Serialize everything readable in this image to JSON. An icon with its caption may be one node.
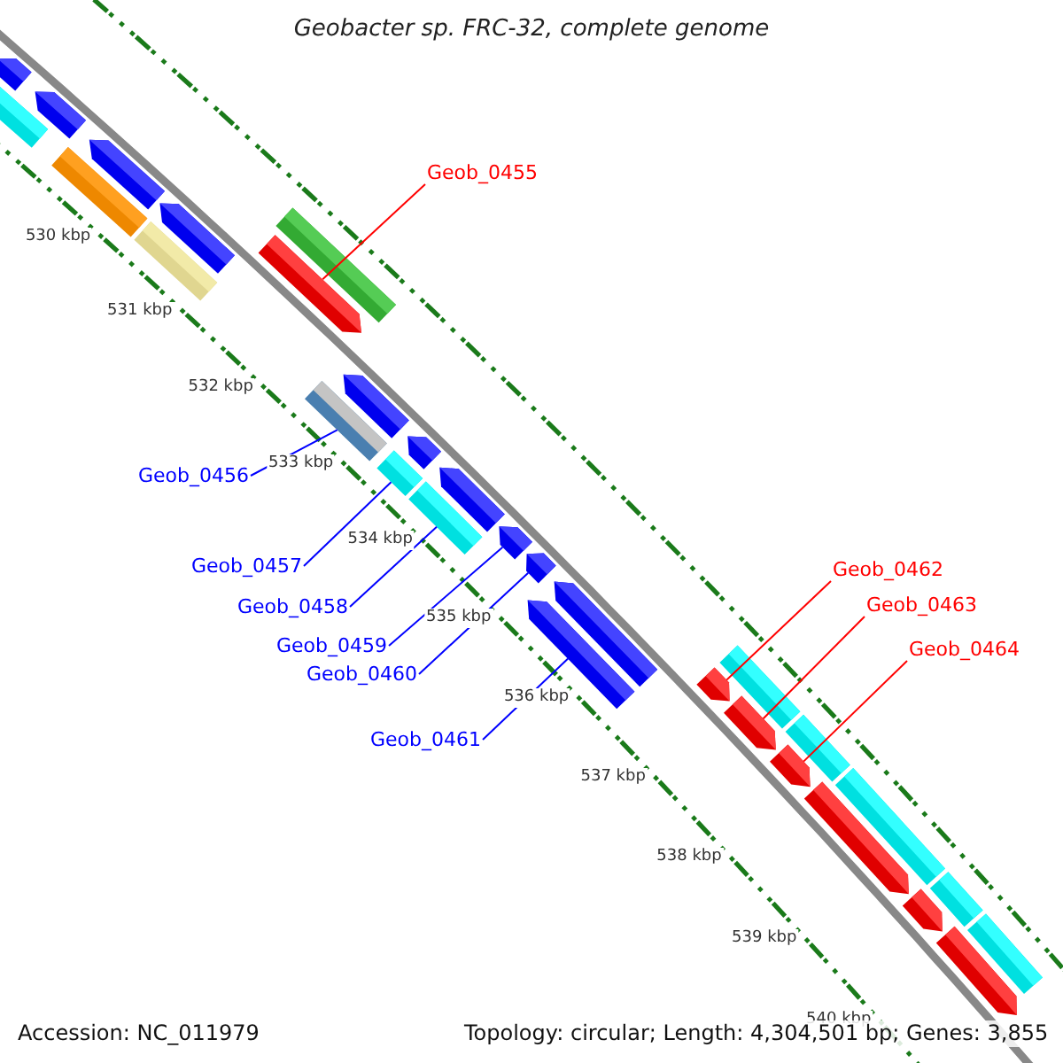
{
  "diagram": {
    "title": "Geobacter sp. FRC-32, complete genome",
    "nodes": [
      {
        "text": [
          "Geob_0455"
        ]
      },
      {
        "text": [
          "Geob_0456"
        ]
      },
      {
        "text": [
          "Geob_0457"
        ]
      },
      {
        "text": [
          "Geob_0458"
        ]
      },
      {
        "text": [
          "Geob_0459"
        ]
      },
      {
        "text": [
          "Geob_0460"
        ]
      },
      {
        "text": [
          "Geob_0461"
        ]
      },
      {
        "text": [
          "Geob_0462"
        ]
      },
      {
        "text": [
          "Geob_0463"
        ]
      },
      {
        "text": [
          "Geob_0464"
        ]
      },
      {
        "text": [],
        "shape": "bar"
      },
      {
        "text": [],
        "shape": "arrow"
      },
      {
        "text": [],
        "shape": "arrow"
      },
      {
        "text": [],
        "shape": "bar"
      },
      {
        "text": [],
        "shape": "arrow"
      },
      {
        "text": [],
        "shape": "arrow"
      },
      {
        "text": [],
        "shape": "bar"
      },
      {
        "text": [],
        "shape": "bar"
      },
      {
        "text": [],
        "shape": "arrow"
      },
      {
        "text": [],
        "shape": "bar"
      },
      {
        "text": [],
        "shape": "arrow"
      },
      {
        "text": [],
        "shape": "arrow"
      },
      {
        "text": [],
        "shape": "bar"
      },
      {
        "text": [],
        "shape": "bar"
      },
      {
        "text": [],
        "shape": "arrow"
      },
      {
        "text": [],
        "shape": "arrow"
      },
      {
        "text": [],
        "shape": "arrow"
      },
      {
        "text": [],
        "shape": "arrow"
      },
      {
        "text": [],
        "shape": "arrow"
      },
      {
        "text": [],
        "shape": "arrow"
      },
      {
        "text": [],
        "shape": "bar"
      },
      {
        "text": [],
        "shape": "arrow"
      },
      {
        "text": [],
        "shape": "bar"
      },
      {
        "text": [],
        "shape": "arrow"
      },
      {
        "text": [],
        "shape": "arrow"
      },
      {
        "text": [],
        "shape": "bar"
      },
      {
        "text": [],
        "shape": "arrow"
      },
      {
        "text": [],
        "shape": "bar"
      },
      {
        "text": [],
        "shape": "arrow"
      },
      {
        "text": [],
        "shape": "bar"
      }
    ],
    "edges": [
      {
        "from": 0,
        "to": 18,
        "arrow": "none",
        "color": "#ff0000"
      },
      {
        "from": 1,
        "to": 19,
        "arrow": "none"
      },
      {
        "from": 2,
        "to": 22,
        "arrow": "none"
      },
      {
        "from": 3,
        "to": 23,
        "arrow": "none"
      },
      {
        "from": 4,
        "to": 25,
        "arrow": "none"
      },
      {
        "from": 5,
        "to": 26,
        "arrow": "none"
      },
      {
        "from": 6,
        "to": 27,
        "arrow": "none"
      },
      {
        "from": 7,
        "to": 29,
        "arrow": "none",
        "color": "#ff0000"
      },
      {
        "from": 8,
        "to": 31,
        "arrow": "none",
        "color": "#ff0000"
      },
      {
        "from": 9,
        "to": 33,
        "arrow": "none",
        "color": "#ff0000"
      }
    ],
    "labels": [
      "530 kbp",
      "531 kbp",
      "532 kbp",
      "533 kbp",
      "534 kbp",
      "535 kbp",
      "536 kbp",
      "537 kbp",
      "538 kbp",
      "539 kbp",
      "540 kbp",
      "Accession: NC_011979",
      "Topology: circular; Length: 4,304,501 bp; Genes: 3,855"
    ]
  }
}
